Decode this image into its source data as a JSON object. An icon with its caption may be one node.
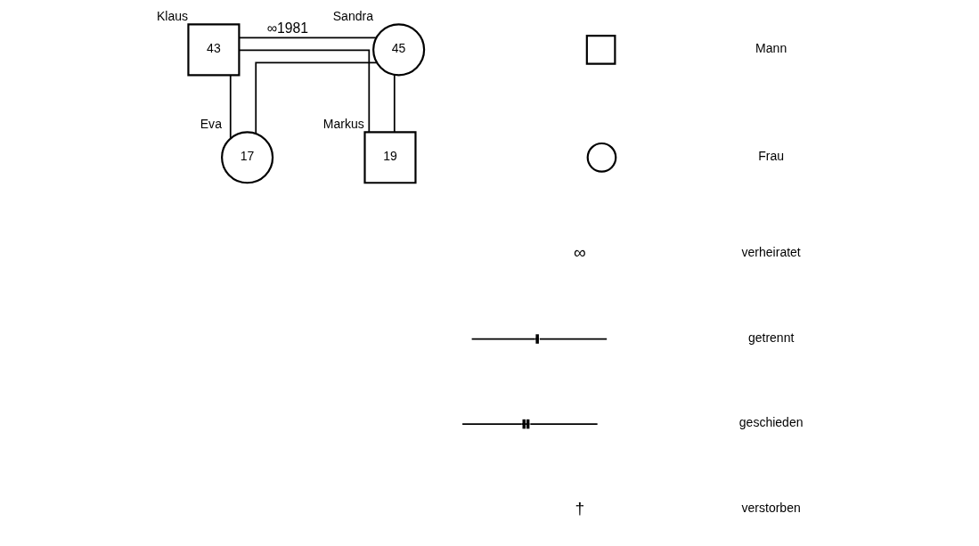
{
  "diagram": {
    "nodes": [
      {
        "text": [
          "43"
        ],
        "beside": [
          "Klaus"
        ]
      },
      {
        "text": [
          "45"
        ],
        "beside": [
          "Sandra"
        ]
      },
      {
        "text": [
          "17"
        ],
        "beside": [
          "Eva"
        ]
      },
      {
        "text": [
          "19"
        ],
        "beside": [
          "Markus"
        ]
      },
      {
        "text": [],
        "shape": "box"
      },
      {
        "text": [],
        "shape": "circle"
      }
    ],
    "edges": [
      {
        "from": 0,
        "to": 1,
        "arrow": "none",
        "label": "∞1981"
      },
      {
        "from": 0,
        "to": 2,
        "arrow": "none"
      },
      {
        "from": 1,
        "to": 2,
        "arrow": "none"
      },
      {
        "from": 0,
        "to": 3,
        "arrow": "none"
      },
      {
        "from": 1,
        "to": 3,
        "arrow": "none"
      }
    ],
    "labels": [
      "∞",
      "†"
    ],
    "legend": [
      {
        "text": "Mann"
      },
      {
        "text": "Frau"
      },
      {
        "text": "verheiratet"
      },
      {
        "text": "getrennt"
      },
      {
        "text": "geschieden"
      },
      {
        "text": "verstorben"
      }
    ]
  }
}
